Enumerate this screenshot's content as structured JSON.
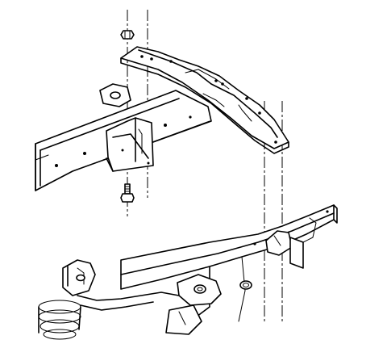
{
  "diagram": {
    "parts": [
      "nut-icon",
      "bolt-icon",
      "transmission-crossmember",
      "frame-rail",
      "crossmember-bracket",
      "front-crossmember",
      "engine-mount"
    ],
    "colors": {
      "line": "#000000",
      "background": "#ffffff"
    }
  }
}
